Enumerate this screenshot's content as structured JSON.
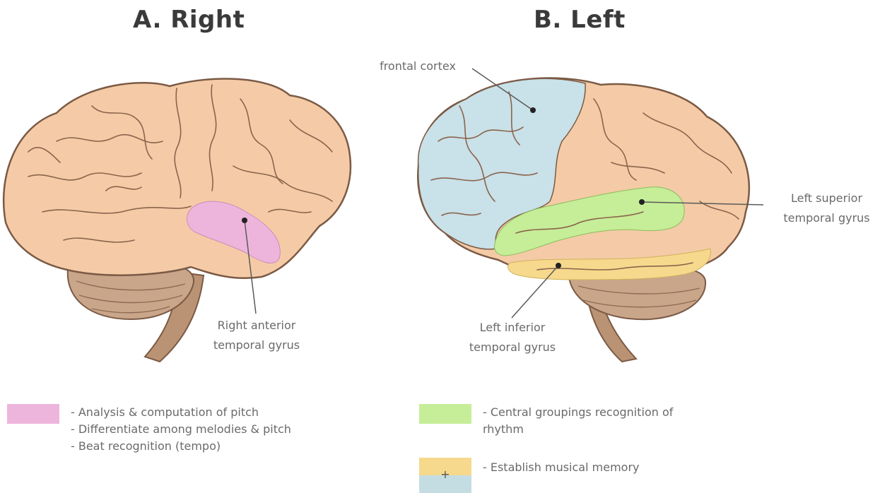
{
  "panels": {
    "right": {
      "title": "A. Right"
    },
    "left": {
      "title": "B. Left"
    }
  },
  "labels": {
    "right_anterior": [
      "Right anterior",
      "temporal gyrus"
    ],
    "frontal_cortex": "frontal cortex",
    "left_superior": [
      "Left superior",
      "temporal gyrus"
    ],
    "left_inferior": [
      "Left inferior",
      "temporal gyrus"
    ]
  },
  "legend": {
    "pink": {
      "color": "#eeb5dc",
      "lines": [
        "- Analysis & computation of pitch",
        "- Differentiate among melodies & pitch",
        "- Beat recognition (tempo)"
      ]
    },
    "green": {
      "color": "#c6ed98",
      "lines": [
        "- Central groupings recognition of",
        "rhythm"
      ]
    },
    "yellow_blue": {
      "color_top": "#f6d98c",
      "color_bottom": "#c4dde2",
      "symbol": "+",
      "lines": [
        "- Establish musical memory"
      ]
    }
  },
  "colors": {
    "brain": "#f4cba6",
    "brain_stroke": "#7b5a45",
    "cerebellum": "#c9a68a",
    "stem": "#b99373",
    "frontal_blue": "#c9e1e8",
    "superior_green": "#c6ed98",
    "inferior_yellow": "#f6d98c",
    "anterior_pink": "#eeb5dc"
  }
}
